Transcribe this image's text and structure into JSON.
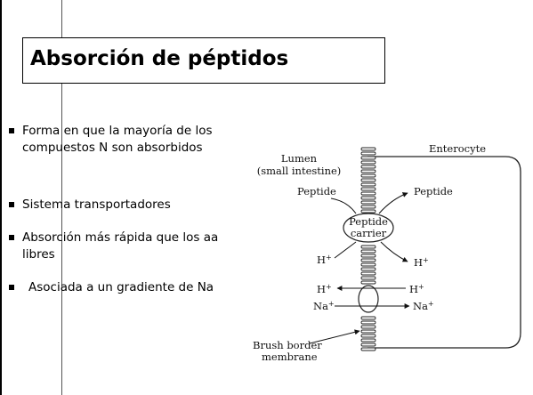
{
  "slide": {
    "title": "Absorción de péptidos",
    "bullets": [
      "Forma en que la mayoría de los compuestos N son absorbidos",
      "Sistema transportadores",
      "Absorción más rápida que los aa libres",
      "Asociada a un gradiente de Na"
    ]
  },
  "diagram": {
    "enterocyte": "Enterocyte",
    "lumen_line1": "Lumen",
    "lumen_line2": "(small intestine)",
    "peptide_left": "Peptide",
    "peptide_right": "Peptide",
    "carrier_line1": "Peptide",
    "carrier_line2": "carrier",
    "h_left_1": "H",
    "h_right_1": "H",
    "h_left_2": "H",
    "h_right_2": "H",
    "na_left": "Na",
    "na_right": "Na",
    "plus": "+",
    "brush_line1": "Brush border",
    "brush_line2": "membrane"
  }
}
